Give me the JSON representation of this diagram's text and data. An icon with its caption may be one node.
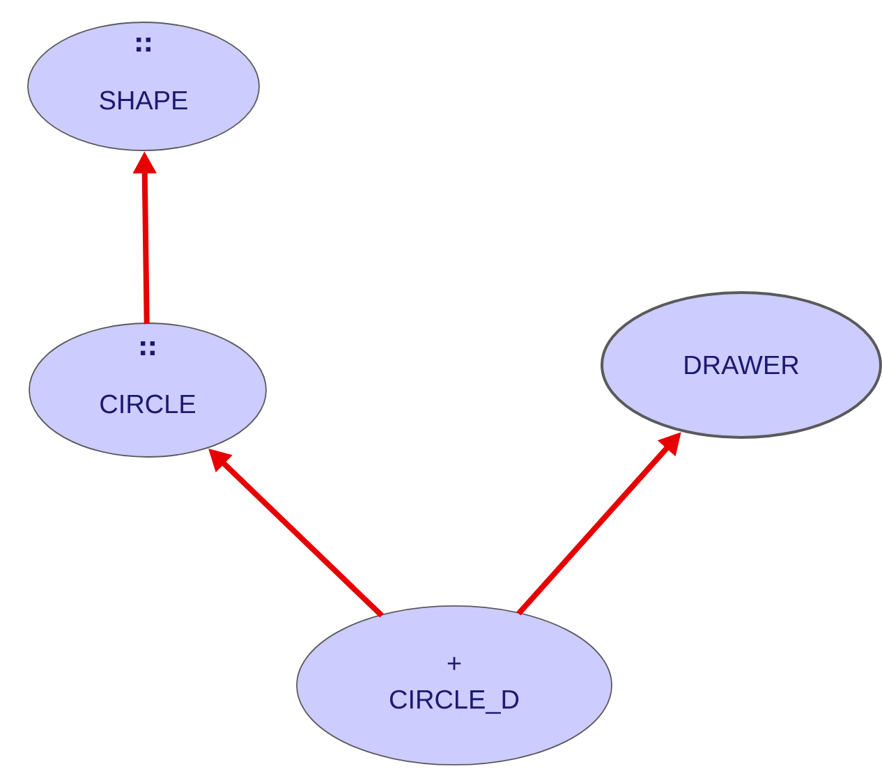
{
  "diagram": {
    "nodes": [
      {
        "text": [
          "SHAPE"
        ]
      },
      {
        "text": [
          "CIRCLE"
        ]
      },
      {
        "text": [
          "DRAWER"
        ]
      },
      {
        "text": [
          "+",
          "CIRCLE_D"
        ]
      }
    ],
    "edges": [
      {
        "from": 1,
        "to": 0,
        "arrow": "to"
      },
      {
        "from": 3,
        "to": 1,
        "arrow": "to"
      },
      {
        "from": 3,
        "to": 2,
        "arrow": "to"
      }
    ]
  }
}
